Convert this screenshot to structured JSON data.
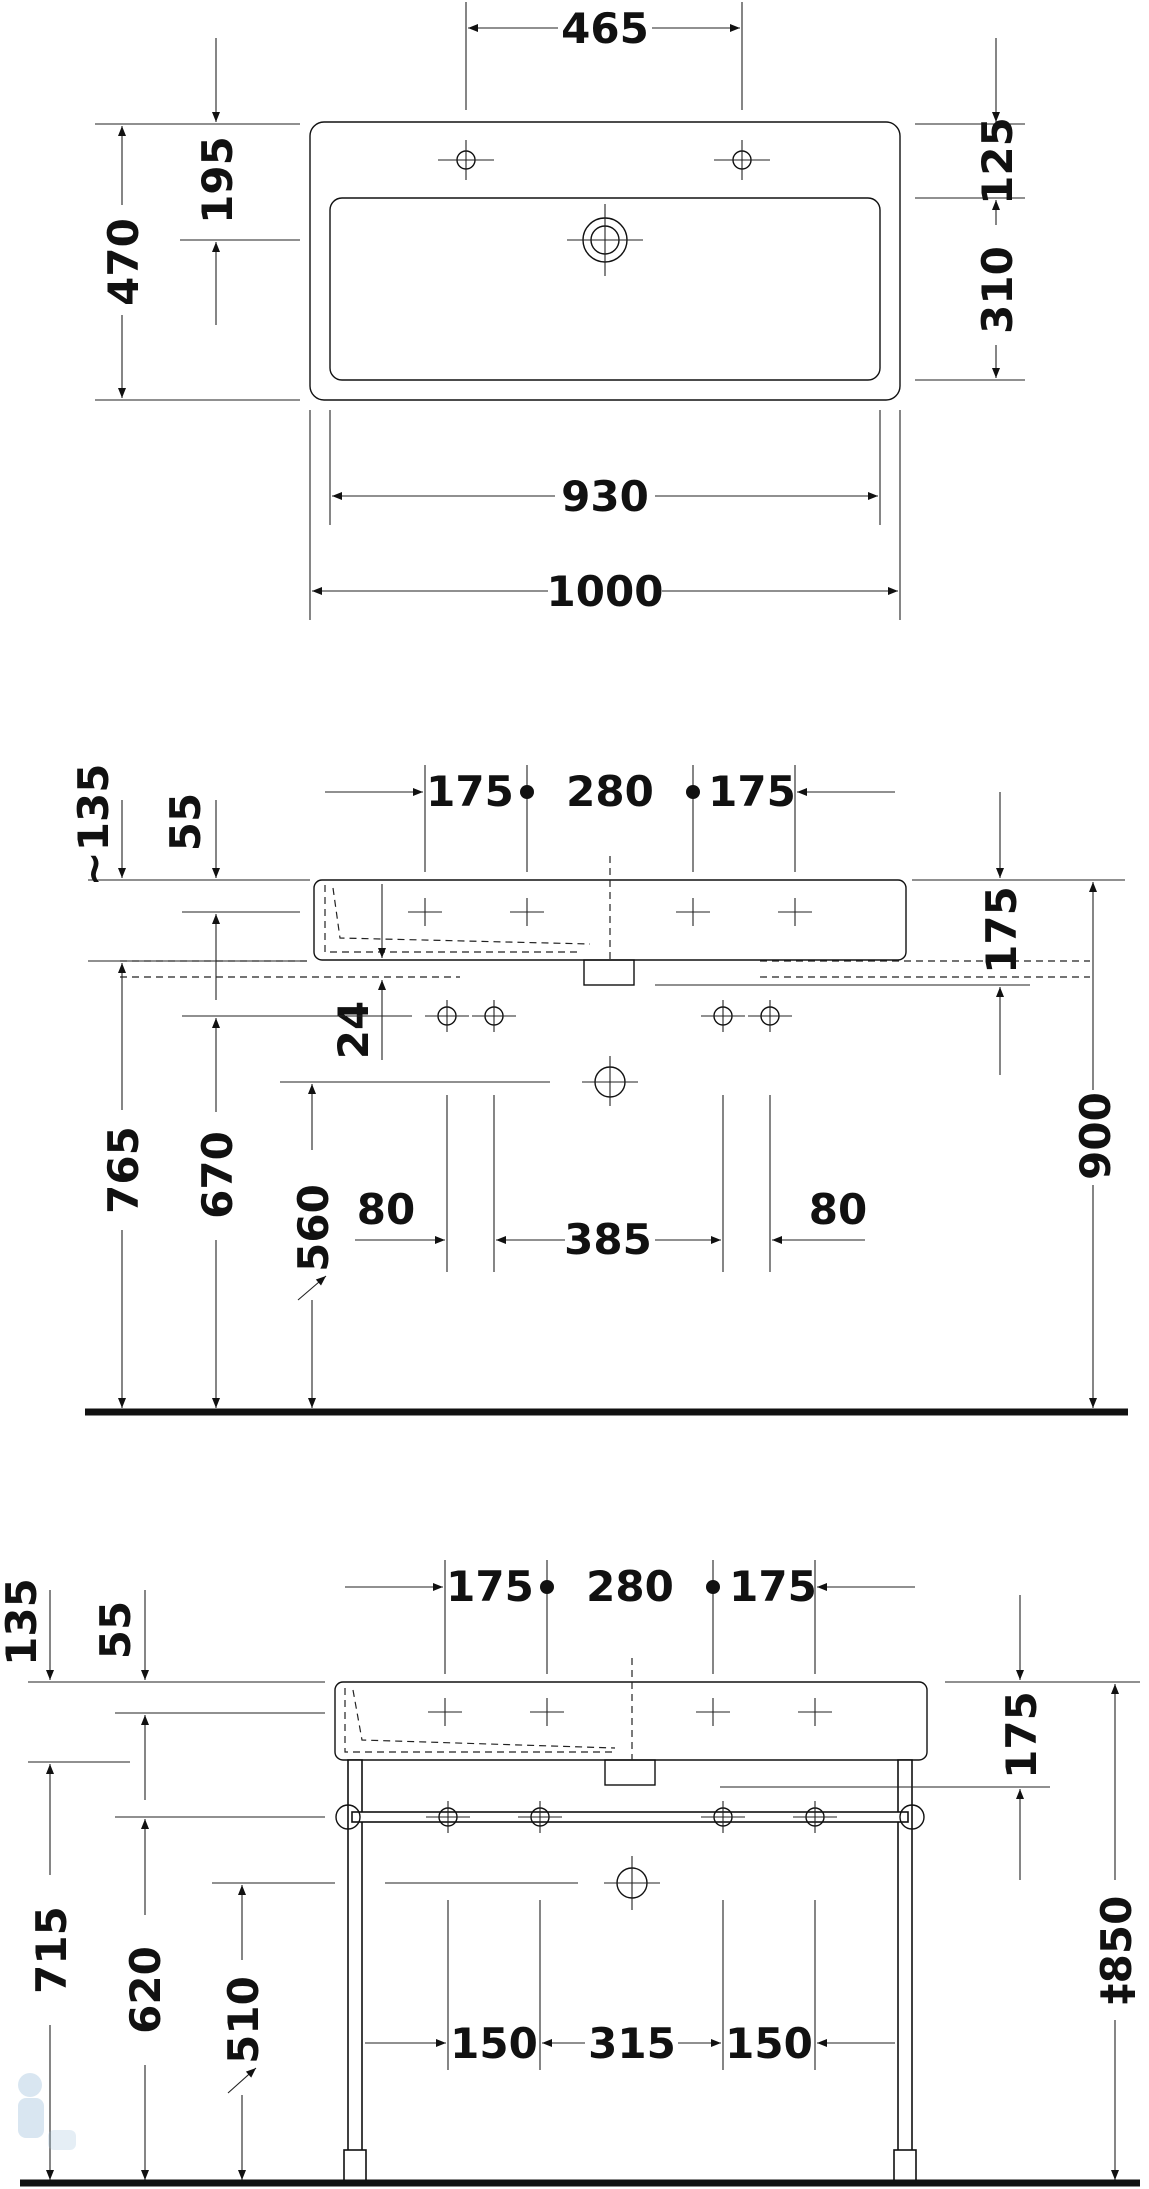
{
  "top_view": {
    "width_overall": "1000",
    "width_inner": "930",
    "tap_spacing": "465",
    "depth_overall": "470",
    "depth_to_drain": "195",
    "depth_rim_front": "125",
    "depth_bowl": "310"
  },
  "front_view_wall": {
    "tap_offset_left": "175",
    "tap_spacing": "280",
    "tap_offset_right": "175",
    "rim_drop": "~135",
    "top_offset": "55",
    "height_basin": "175",
    "height_total": "900",
    "height_underside": "765",
    "height_outlet": "670",
    "height_waste": "560",
    "gap_24": "24",
    "supply_left": "80",
    "supply_center": "385",
    "supply_right": "80"
  },
  "front_view_console": {
    "tap_offset_left": "175",
    "tap_spacing": "280",
    "tap_offset_right": "175",
    "rim_drop": "135",
    "top_offset": "55",
    "height_basin": "175",
    "height_total": "‡850",
    "height_underside": "715",
    "height_outlet": "620",
    "height_waste": "510",
    "supply_left": "150",
    "supply_center": "315",
    "supply_right": "150"
  }
}
